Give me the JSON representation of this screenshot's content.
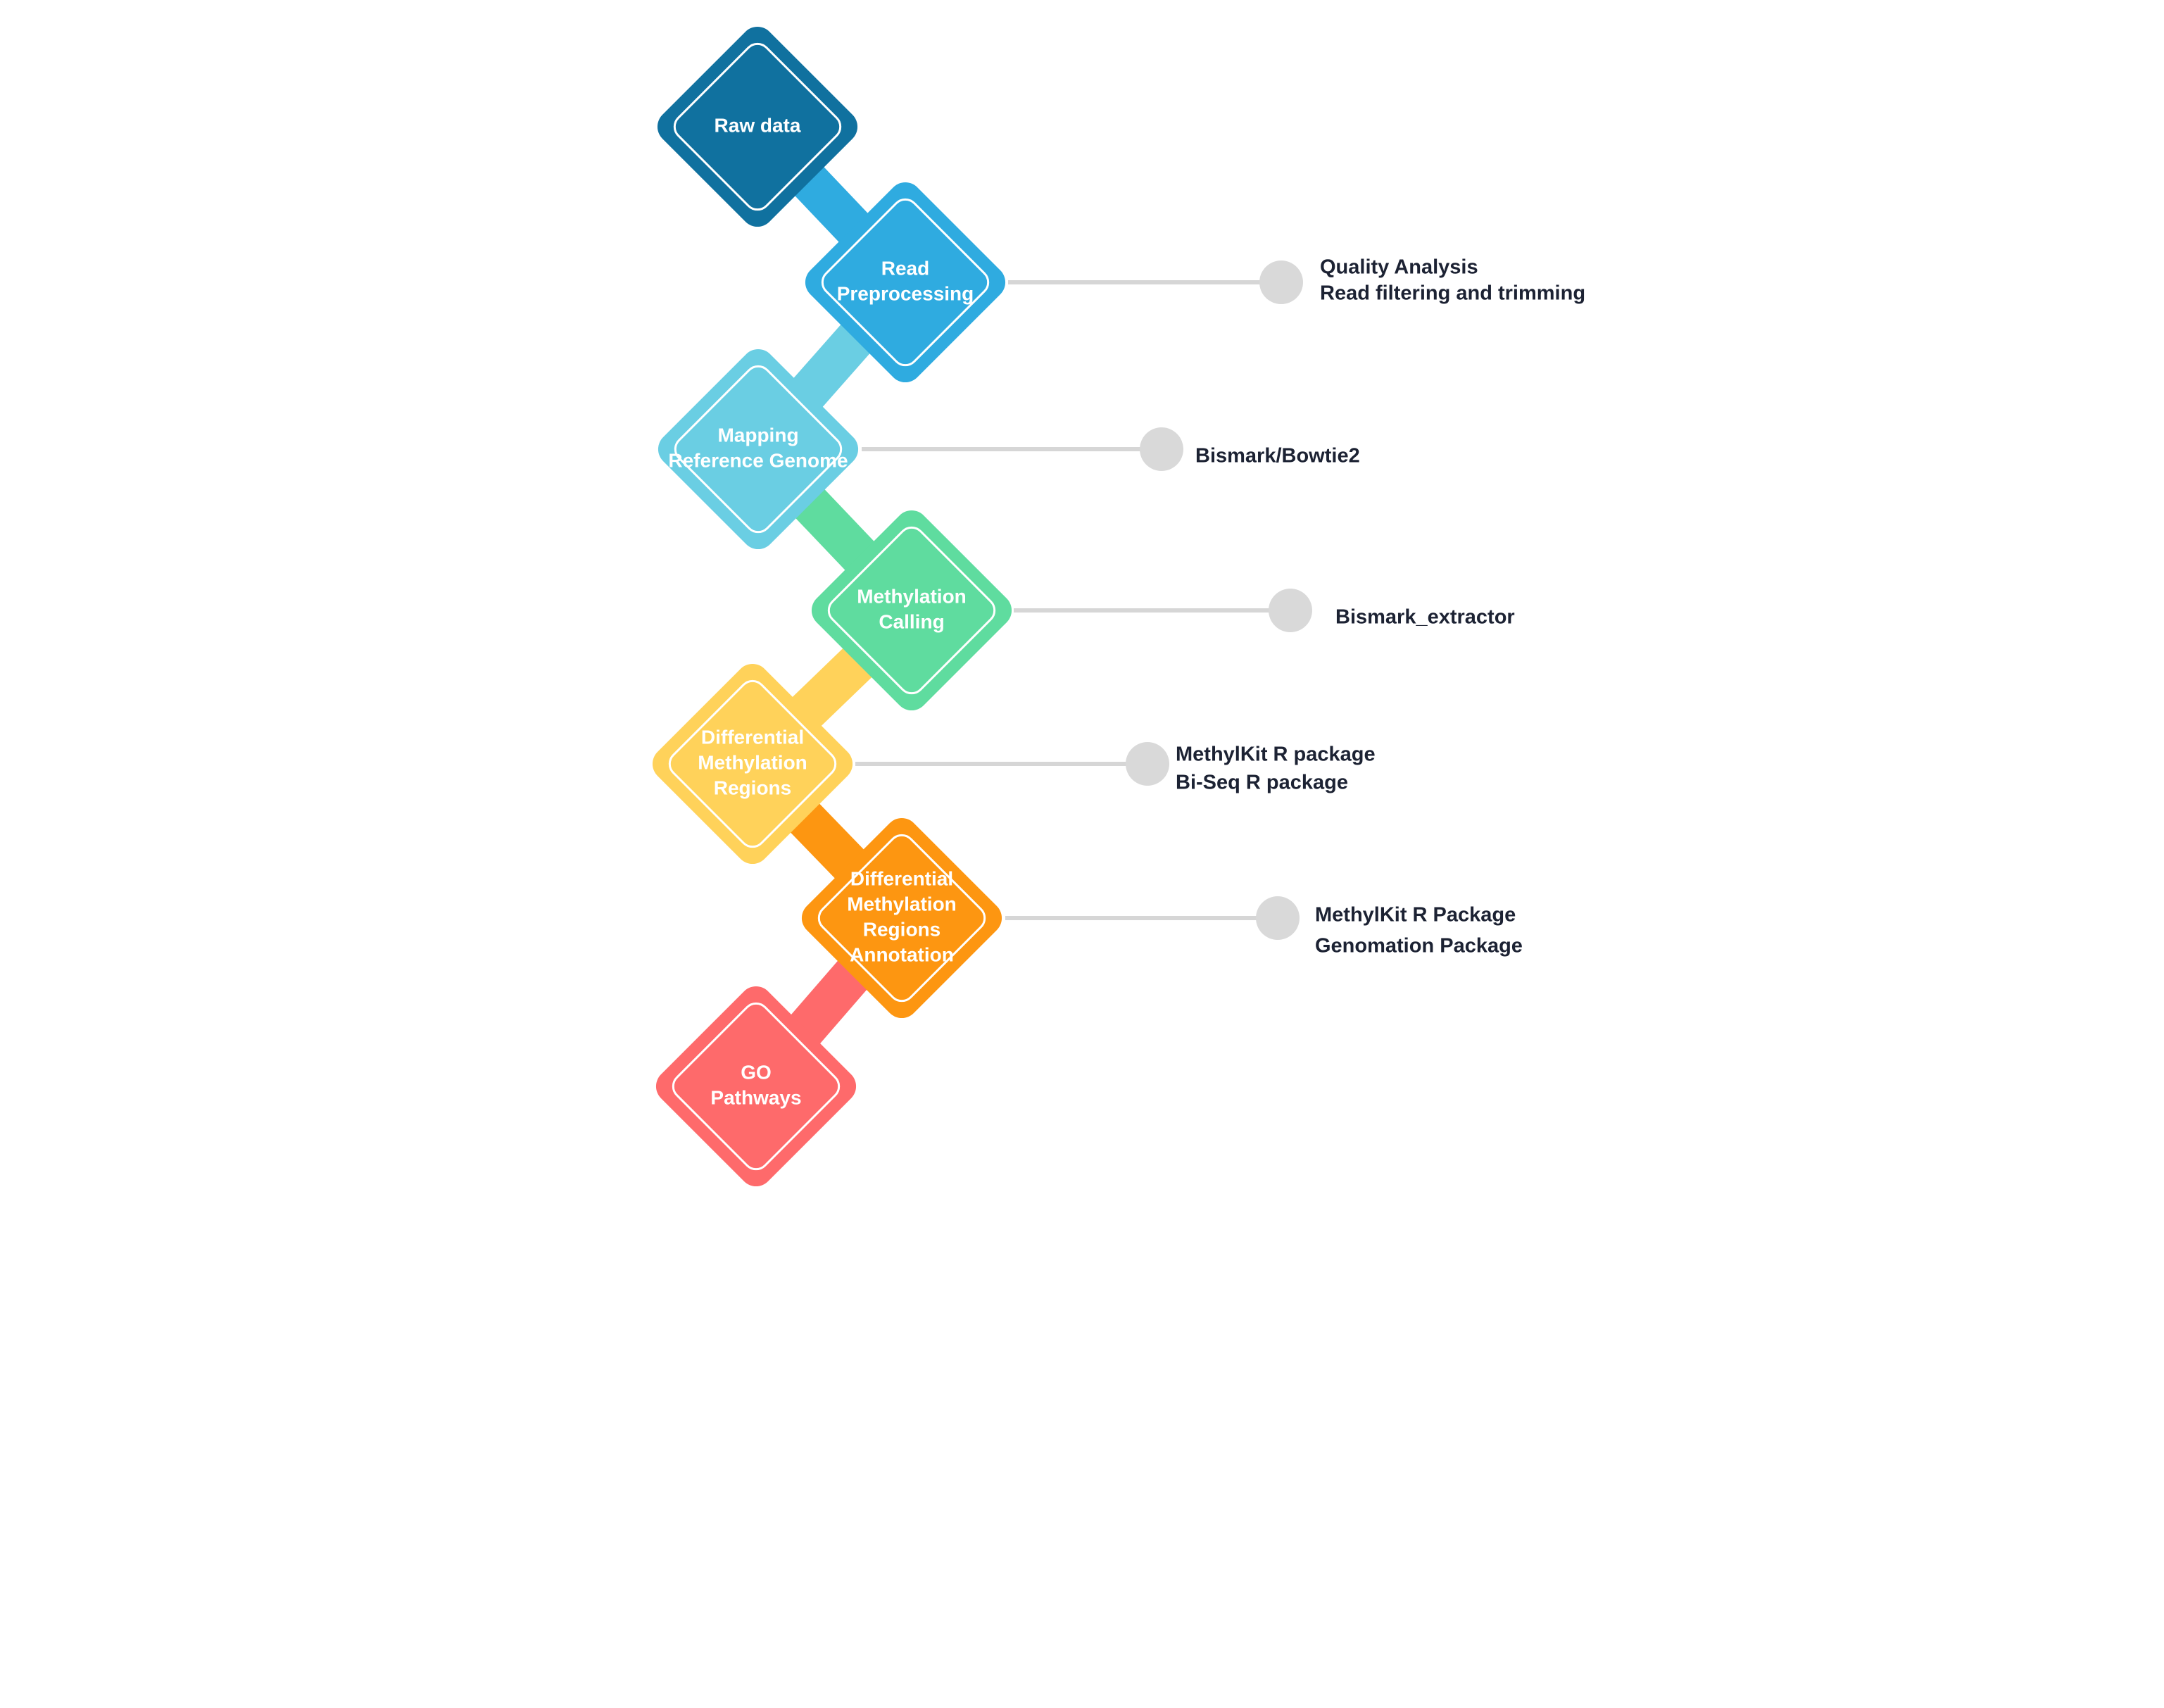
{
  "steps": [
    {
      "label_lines": [
        "Raw data"
      ],
      "color": "#10719f",
      "tools": []
    },
    {
      "label_lines": [
        "Read",
        "Preprocessing"
      ],
      "color": "#2fabe0",
      "tools": [
        "Quality Analysis",
        "Read filtering and trimming"
      ]
    },
    {
      "label_lines": [
        "Mapping",
        "Reference Genome"
      ],
      "color": "#6acee3",
      "tools": [
        "Bismark/Bowtie2"
      ]
    },
    {
      "label_lines": [
        "Methylation",
        "Calling"
      ],
      "color": "#5fdc9f",
      "tools": [
        "Bismark_extractor"
      ]
    },
    {
      "label_lines": [
        "Differential",
        "Methylation",
        "Regions"
      ],
      "color": "#ffd25a",
      "tools": [
        "MethylKit R package",
        "Bi-Seq R package"
      ]
    },
    {
      "label_lines": [
        "Differential",
        "Methylation",
        "Regions",
        "Annotation"
      ],
      "color": "#fd9611",
      "tools": [
        "MethylKit R Package",
        "Genomation Package"
      ]
    },
    {
      "label_lines": [
        "GO",
        "Pathways"
      ],
      "color": "#fe6a6b",
      "tools": []
    }
  ],
  "colors": {
    "connector_line": "#d6d6d6",
    "connector_dot": "#d9d9d9",
    "tool_text": "#1c2233",
    "node_text": "#ffffff"
  }
}
